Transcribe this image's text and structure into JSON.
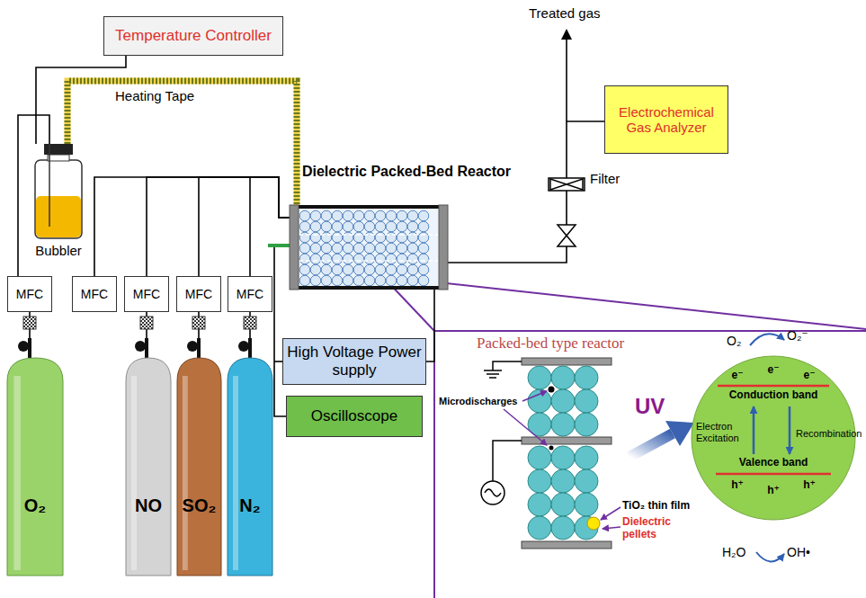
{
  "diagram": {
    "nodes": [
      {
        "text": [
          "Temperature Controller"
        ]
      },
      {
        "text": [
          "Bubbler"
        ]
      },
      {
        "text": [
          "MFC"
        ]
      },
      {
        "text": [
          "MFC"
        ]
      },
      {
        "text": [
          "MFC"
        ]
      },
      {
        "text": [
          "MFC"
        ]
      },
      {
        "text": [
          "MFC"
        ]
      },
      {
        "text": [
          "O₂"
        ]
      },
      {
        "text": [
          "NO"
        ]
      },
      {
        "text": [
          "SO₂"
        ]
      },
      {
        "text": [
          "N₂"
        ]
      },
      {
        "text": [
          "Dielectric Packed-Bed Reactor"
        ]
      },
      {
        "text": [
          "Electrochemical Gas Analyzer"
        ]
      },
      {
        "text": [
          "High Voltage Power supply"
        ]
      },
      {
        "text": [
          "Oscilloscope"
        ]
      },
      {
        "text": [
          "Conduction band",
          "Valence band",
          "e⁻",
          "e⁻",
          "e⁻",
          "h⁺",
          "h⁺",
          "h⁺"
        ]
      }
    ],
    "edges": [
      {
        "from": 7,
        "to": 2,
        "arrow": "none"
      },
      {
        "from": 8,
        "to": 4,
        "arrow": "none"
      },
      {
        "from": 9,
        "to": 5,
        "arrow": "none"
      },
      {
        "from": 10,
        "to": 6,
        "arrow": "none"
      },
      {
        "from": 2,
        "to": 1,
        "arrow": "none"
      },
      {
        "from": 1,
        "to": 11,
        "arrow": "none"
      },
      {
        "from": 3,
        "to": 11,
        "arrow": "none"
      },
      {
        "from": 4,
        "to": 11,
        "arrow": "none"
      },
      {
        "from": 5,
        "to": 11,
        "arrow": "none"
      },
      {
        "from": 6,
        "to": 11,
        "arrow": "none"
      },
      {
        "from": 11,
        "to": 12,
        "arrow": "none"
      },
      {
        "from": 11,
        "to": 13,
        "arrow": "none"
      },
      {
        "from": 11,
        "to": 14,
        "arrow": "none"
      },
      {
        "from": 0,
        "to": 1,
        "arrow": "none"
      }
    ],
    "labels": [
      "Treated gas",
      "Heating Tape",
      "Filter",
      "Packed-bed type reactor",
      "Microdischarges",
      "UV",
      "TiO₂ thin film",
      "Dielectric pellets",
      "Electron Excitation",
      "Recombination",
      "O₂",
      "O₂⁻",
      "H₂O",
      "OH•"
    ]
  }
}
